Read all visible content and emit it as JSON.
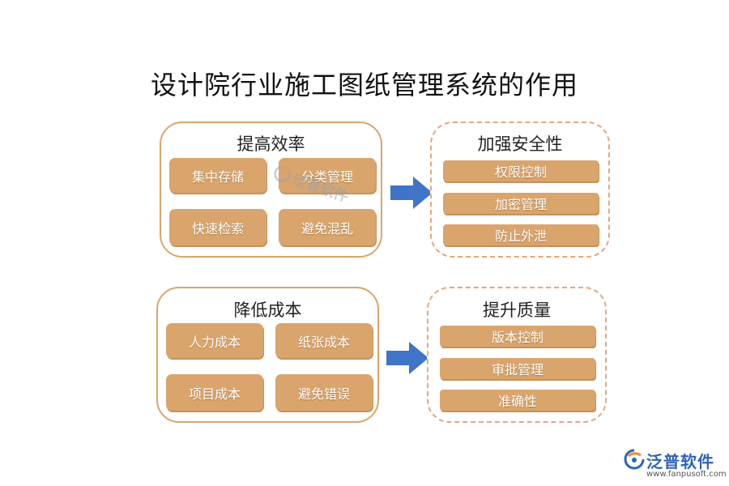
{
  "title": "设计院行业施工图纸管理系统的作用",
  "panels": [
    {
      "heading": "提高效率",
      "items": [
        "集中存储",
        "分类管理",
        "快速检索",
        "避免混乱"
      ]
    },
    {
      "heading": "加强安全性",
      "items": [
        "权限控制",
        "加密管理",
        "防止外泄"
      ]
    },
    {
      "heading": "降低成本",
      "items": [
        "人力成本",
        "纸张成本",
        "项目成本",
        "避免错误"
      ]
    },
    {
      "heading": "提升质量",
      "items": [
        "版本控制",
        "审批管理",
        "准确性"
      ]
    }
  ],
  "watermark": {
    "text": "泛普软件"
  },
  "logo": {
    "brand": "泛普软件",
    "url": "www.fanpusoft.com"
  },
  "colors": {
    "panel_border": "#d9a66b",
    "dashed_border": "#e7a67b",
    "chip_fill": "#d9a56c",
    "arrow_fill": "#3f74c8",
    "brand_blue": "#2f63b4",
    "brand_orange": "#f08a24"
  },
  "icons": {
    "arrow": "right-arrow-icon",
    "logo": "fanpu-logo-icon"
  }
}
